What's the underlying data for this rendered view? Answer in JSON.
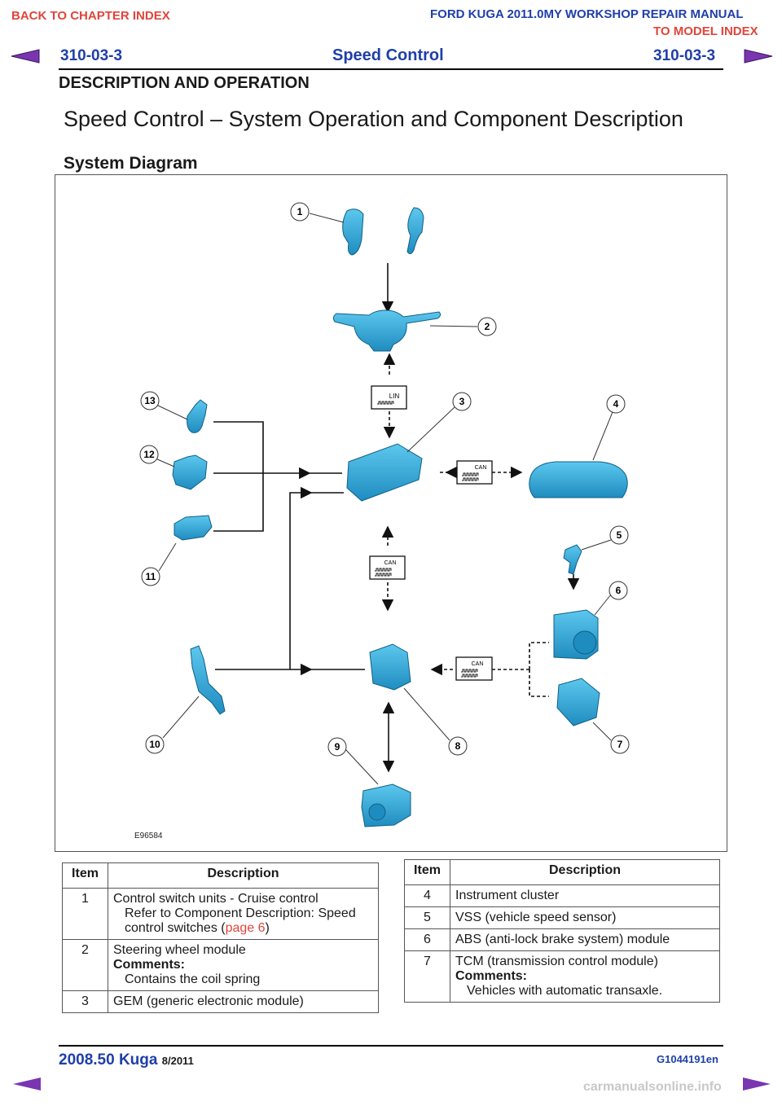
{
  "nav": {
    "back_chapter": "BACK TO CHAPTER INDEX",
    "manual_title": "FORD KUGA 2011.0MY WORKSHOP REPAIR MANUAL",
    "model_index": "TO MODEL INDEX"
  },
  "header": {
    "section_left": "310-03-3",
    "title": "Speed Control",
    "section_right": "310-03-3",
    "category": "DESCRIPTION AND OPERATION"
  },
  "page_title": "Speed Control – System Operation and Component Description",
  "subheading": "System Diagram",
  "diagram": {
    "figure_id": "E96584",
    "bus_labels": {
      "lin": "LIN",
      "can": "CAN"
    },
    "callouts": [
      "1",
      "2",
      "3",
      "4",
      "5",
      "6",
      "7",
      "8",
      "9",
      "10",
      "11",
      "12",
      "13"
    ]
  },
  "table_left": {
    "col_item": "Item",
    "col_desc": "Description",
    "rows": {
      "r1": {
        "item": "1",
        "desc": "Control switch units - Cruise control",
        "ref_pre": "Refer to Component Description: Speed control switches (",
        "ref_link": "page 6",
        "ref_post": ")"
      },
      "r2": {
        "item": "2",
        "desc": "Steering wheel module",
        "comments_label": "Comments:",
        "comment": "Contains the coil spring"
      },
      "r3": {
        "item": "3",
        "desc": "GEM (generic electronic module)"
      }
    }
  },
  "table_right": {
    "col_item": "Item",
    "col_desc": "Description",
    "rows": {
      "r4": {
        "item": "4",
        "desc": "Instrument cluster"
      },
      "r5": {
        "item": "5",
        "desc": "VSS (vehicle speed sensor)"
      },
      "r6": {
        "item": "6",
        "desc": "ABS (anti-lock brake system) module"
      },
      "r7": {
        "item": "7",
        "desc": "TCM (transmission control module)",
        "comments_label": "Comments:",
        "comment": "Vehicles with automatic transaxle."
      }
    }
  },
  "footer": {
    "model": "2008.50 Kuga",
    "date": "8/2011",
    "code": "G1044191en",
    "watermark": "carmanualsonline.info"
  },
  "colors": {
    "red": "#e0453b",
    "blue": "#1f3fa8",
    "component": "#2aa8dc"
  }
}
